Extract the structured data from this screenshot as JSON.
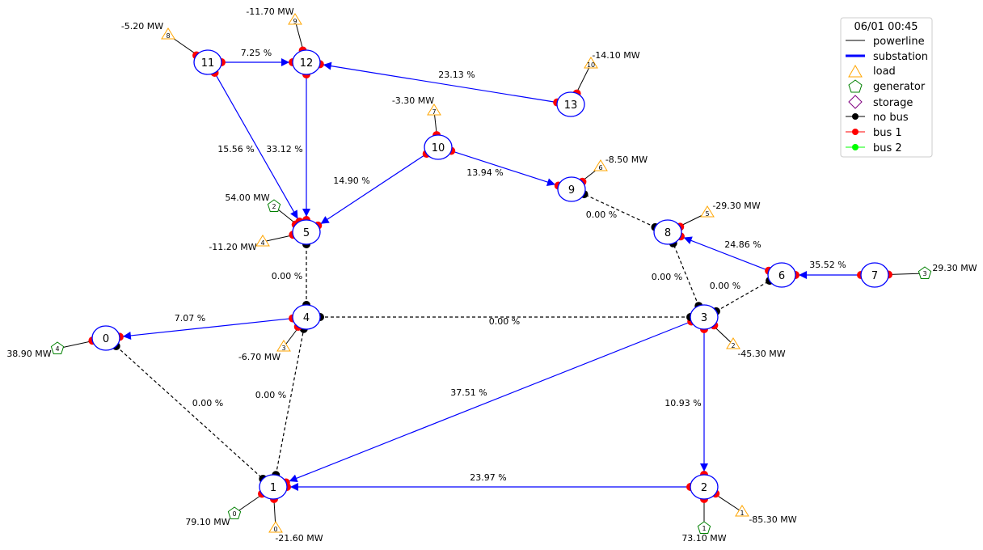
{
  "timestamp": "06/01 00:45",
  "legend": [
    "powerline",
    "substation",
    "load",
    "generator",
    "storage",
    "no bus",
    "bus 1",
    "bus 2"
  ],
  "colors": {
    "line_active": "#0000ff",
    "line_disconnected": "#000000",
    "bus1": "#ff0000",
    "nobus": "#000000",
    "bus2": "#00ff00",
    "load": "#ffa500",
    "generator": "#008000",
    "storage": "#800080"
  },
  "substations": [
    "0",
    "1",
    "2",
    "3",
    "4",
    "5",
    "6",
    "7",
    "8",
    "9",
    "10",
    "11",
    "12",
    "13"
  ],
  "lines": [
    {
      "label": "7.07 %"
    },
    {
      "label": "0.00 %"
    },
    {
      "label": "0.00 %"
    },
    {
      "label": "23.97 %"
    },
    {
      "label": "37.51 %"
    },
    {
      "label": "10.93 %"
    },
    {
      "label": "0.00 %"
    },
    {
      "label": "0.00 %"
    },
    {
      "label": "0.00 %"
    },
    {
      "label": "24.86 %"
    },
    {
      "label": "35.52 %"
    },
    {
      "label": "0.00 %"
    },
    {
      "label": "0.00 %"
    },
    {
      "label": "13.94 %"
    },
    {
      "label": "14.90 %"
    },
    {
      "label": "15.56 %"
    },
    {
      "label": "33.12 %"
    },
    {
      "label": "7.25 %"
    },
    {
      "label": "23.13 %"
    }
  ],
  "loads": [
    {
      "id": "0",
      "value": "-21.60 MW"
    },
    {
      "id": "1",
      "value": "-85.30 MW"
    },
    {
      "id": "2",
      "value": "-45.30 MW"
    },
    {
      "id": "3",
      "value": "-6.70 MW"
    },
    {
      "id": "4",
      "value": "-11.20 MW"
    },
    {
      "id": "5",
      "value": "-29.30 MW"
    },
    {
      "id": "6",
      "value": "-8.50 MW"
    },
    {
      "id": "7",
      "value": "-3.30 MW"
    },
    {
      "id": "8",
      "value": "-5.20 MW"
    },
    {
      "id": "9",
      "value": "-11.70 MW"
    },
    {
      "id": "10",
      "value": "-14.10 MW"
    }
  ],
  "generators": [
    {
      "id": "0",
      "value": "79.10 MW"
    },
    {
      "id": "1",
      "value": "73.10 MW"
    },
    {
      "id": "2",
      "value": "54.00 MW"
    },
    {
      "id": "3",
      "value": "29.30 MW"
    },
    {
      "id": "4",
      "value": "38.90 MW"
    }
  ]
}
